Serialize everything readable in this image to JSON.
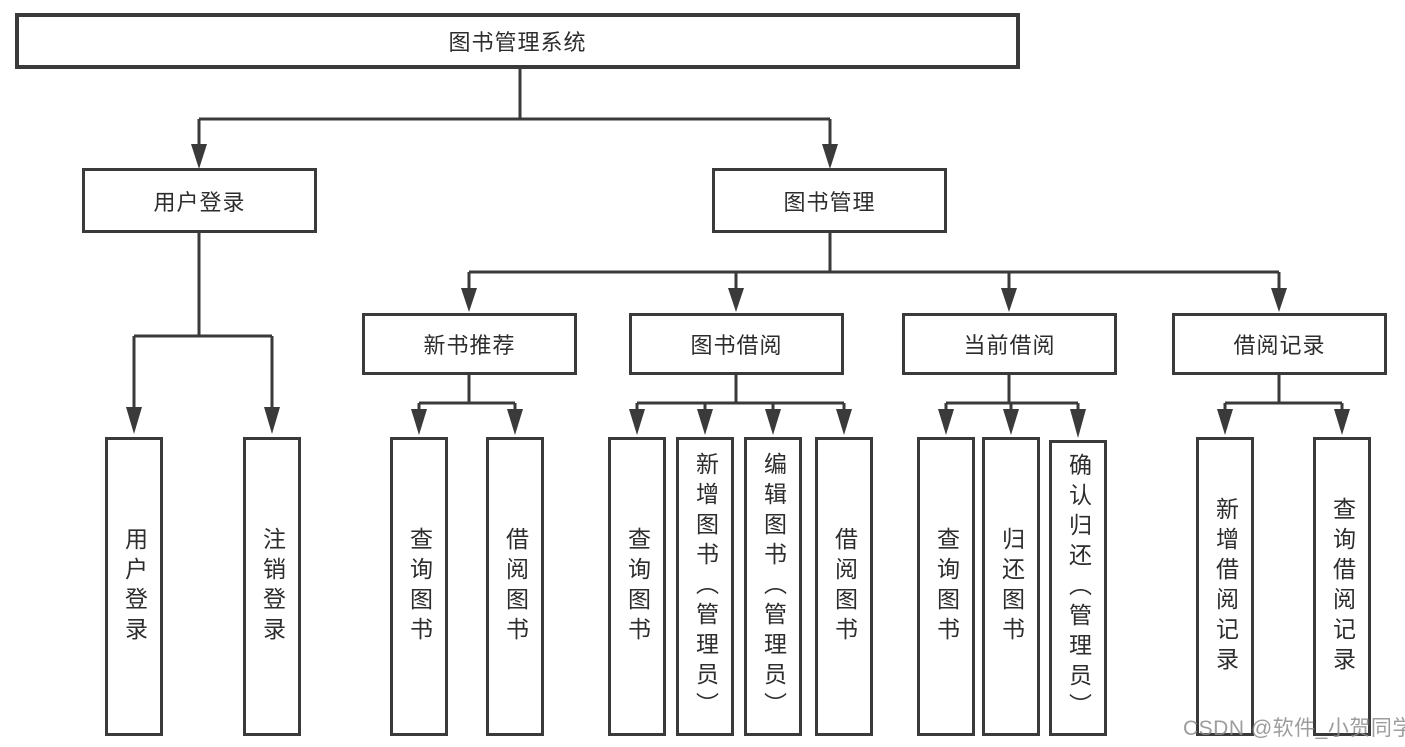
{
  "style": {
    "line_color": "#3a3a3a",
    "text_color": "#2d2d2d",
    "background": "#ffffff",
    "watermark_color": "#8c8c8c"
  },
  "tree": {
    "label": "图书管理系统",
    "children": [
      {
        "label": "用户登录",
        "children": [
          {
            "label": "用户登录"
          },
          {
            "label": "注销登录"
          }
        ]
      },
      {
        "label": "图书管理",
        "children": [
          {
            "label": "新书推荐",
            "children": [
              {
                "label": "查询图书"
              },
              {
                "label": "借阅图书"
              }
            ]
          },
          {
            "label": "图书借阅",
            "children": [
              {
                "label": "查询图书"
              },
              {
                "label": "新增图书（管理员）"
              },
              {
                "label": "编辑图书（管理员）"
              },
              {
                "label": "借阅图书"
              }
            ]
          },
          {
            "label": "当前借阅",
            "children": [
              {
                "label": "查询图书"
              },
              {
                "label": "归还图书"
              },
              {
                "label": "确认归还（管理员）"
              }
            ]
          },
          {
            "label": "借阅记录",
            "children": [
              {
                "label": "新增借阅记录"
              },
              {
                "label": "查询借阅记录"
              }
            ]
          }
        ]
      }
    ]
  },
  "watermark": {
    "text": "CSDN @软件_小贺同学"
  }
}
